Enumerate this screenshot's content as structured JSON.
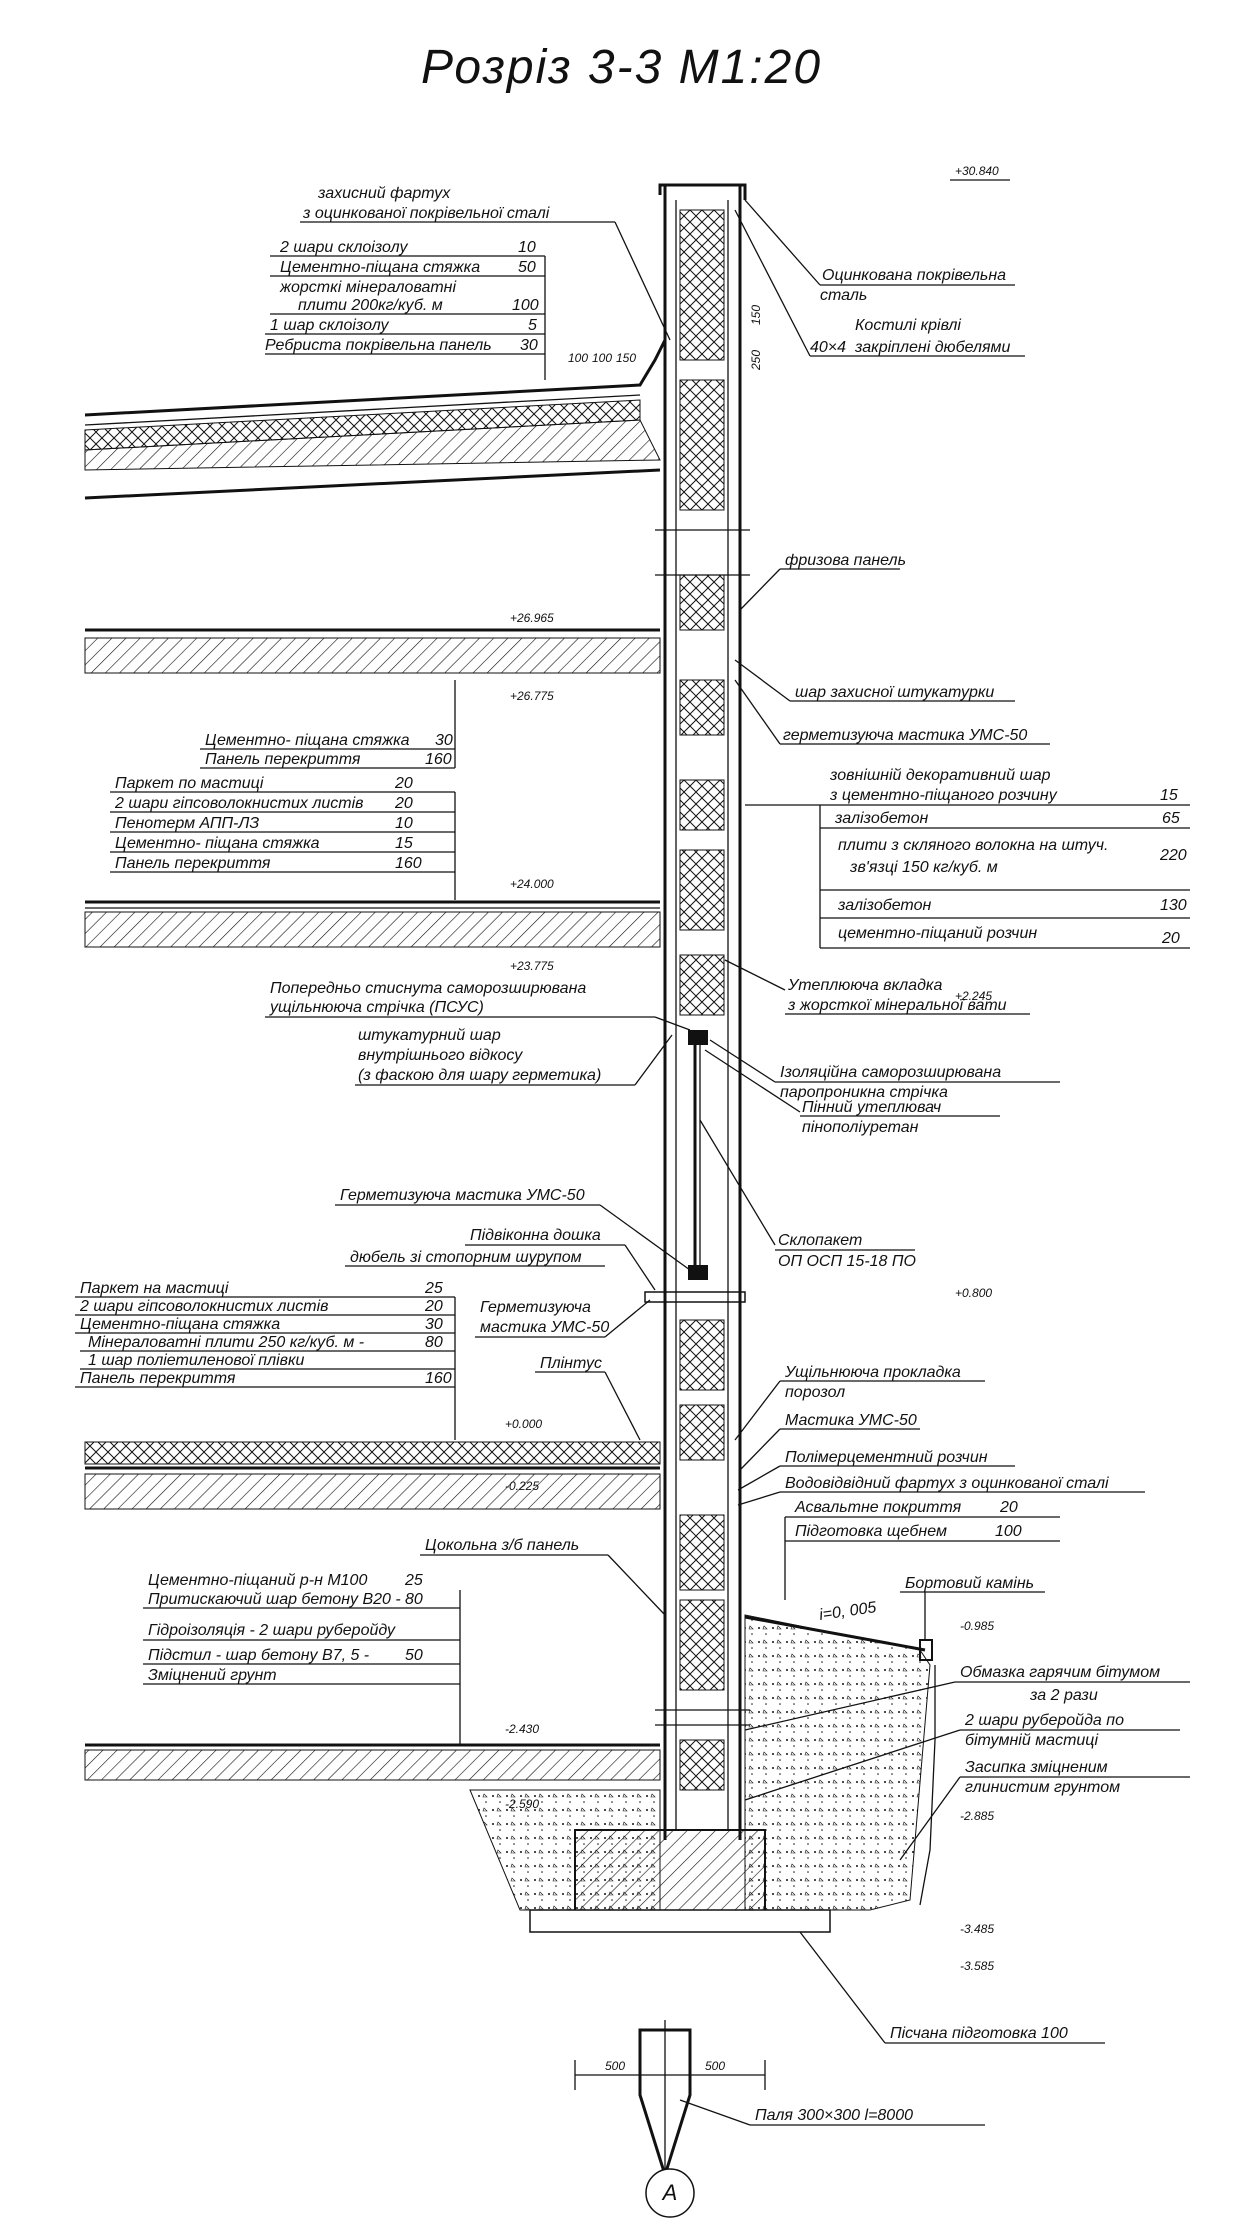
{
  "title": "Розріз  3-3  М1:20",
  "axis_label": "А",
  "levels": [
    "+30.840",
    "+26.965",
    "+26.775",
    "+24.000",
    "+23.775",
    "+2.245",
    "+0.800",
    "+0.000",
    "-0.225",
    "-0.985",
    "-2.430",
    "-2.590",
    "-2.885",
    "-3.485",
    "-3.585"
  ],
  "roof": {
    "apron": [
      "захисний фартух",
      "з оцинкованої покрівельної сталі"
    ],
    "layers": [
      {
        "name": "2  шари склоізолу",
        "value": "10"
      },
      {
        "name": "Цементно-піщана стяжка",
        "value": "50"
      },
      {
        "name": "жорсткі мінераловатні",
        "value": ""
      },
      {
        "name": "плити 200кг/куб. м",
        "value": "100"
      },
      {
        "name": "1 шар склоізолу",
        "value": "5"
      },
      {
        "name": "Ребриста покрівельна  панель",
        "value": "30"
      }
    ],
    "dims": [
      "100",
      "100",
      "150"
    ],
    "right_notes": [
      "Оцинкована покрівельна",
      "сталь",
      "Костилі крівлі",
      "40×4",
      "закріплені дюбелями"
    ],
    "parapet_dims": [
      "150",
      "250"
    ]
  },
  "frieze": {
    "panel": "фризова   панель",
    "plaster": "шар захисної штукатурки",
    "mastic": "герметизуюча мастика УМС-50"
  },
  "floor1": [
    {
      "name": "Цементно- піщана  стяжка",
      "value": "30"
    },
    {
      "name": "Панель перекриття",
      "value": "160"
    }
  ],
  "floor2": [
    {
      "name": "Паркет  по мастиці",
      "value": "20"
    },
    {
      "name": "2 шари гіпсоволокнистих листів",
      "value": "20"
    },
    {
      "name": "Пенотерм  АПП-ЛЗ",
      "value": "10"
    },
    {
      "name": "Цементно- піщана  стяжка",
      "value": "15"
    },
    {
      "name": "Панель перекриття",
      "value": "160"
    }
  ],
  "wall_panel": {
    "header": [
      "зовнішній декоративний шар",
      "з  цементно-піщаного розчину"
    ],
    "header_value": "15",
    "rows": [
      {
        "name": "залізобетон",
        "value": "65"
      },
      {
        "name": "плити з скляного волокна на штуч.",
        "value": "220"
      },
      {
        "name": "зв'язці        150  кг/куб. м",
        "value": ""
      },
      {
        "name": "залізобетон",
        "value": "130"
      },
      {
        "name": "цементно-піщаний розчин",
        "value": "20"
      }
    ]
  },
  "window": {
    "psus": [
      "Попередньо стиснута саморозширювана",
      "ущільнююча стрічка  (ПСУС)"
    ],
    "plaster": [
      "штукатурний шар",
      "внутрішнього відкосу",
      "(з фаскою для шару герметика)"
    ],
    "insert": [
      "Утеплююча вкладка",
      "з жорсткої мінеральної вати"
    ],
    "tape": [
      "Ізоляційна саморозширювана",
      "паропроникна  стрічка"
    ],
    "foam": [
      "Пінний  утеплювач",
      "пінополіуретан"
    ],
    "glass": [
      "Склопакет",
      "ОП ОСП 15-18 ПО"
    ],
    "mastic": "Герметизуюча  мастика УМС-50",
    "sill": "Підвіконна дошка",
    "dowel": "дюбель зі стопорним шурупом",
    "mastic2": [
      "Герметизуюча",
      "мастика УМС-50"
    ]
  },
  "floor3": [
    {
      "name": "Паркет  на  мастиці",
      "value": "25"
    },
    {
      "name": "2 шари гіпсоволокнистих листів",
      "value": "20"
    },
    {
      "name": "Цементно-піщана   стяжка",
      "value": "30"
    },
    {
      "name": "Мінераловатні плити  250 кг/куб. м  -",
      "value": "80"
    },
    {
      "name": "1 шар поліетиленової плівки",
      "value": ""
    },
    {
      "name": "Панель перекриття",
      "value": "160"
    }
  ],
  "plinth": {
    "plinth": "Плінтус",
    "seal": [
      "Ущільнююча прокладка",
      "порозол"
    ],
    "mastic": "Мастика УМС-50",
    "polymer": "Полімерцементний розчин",
    "drip": "Водовідвідний фартух з оцинкованої сталі",
    "socle": "Цокольна  з/б  панель",
    "asphalt": [
      {
        "name": "Асвальтне покриття",
        "value": "20"
      },
      {
        "name": "Підготовка щебнем",
        "value": "100"
      }
    ],
    "slope": "і=0, 005",
    "curb": "Бортовий камінь"
  },
  "basement": [
    {
      "name": "Цементно-піщаний р-н  М100",
      "value": "25"
    },
    {
      "name": "Притискаючий шар бетону В20  -",
      "value": "80"
    },
    {
      "name": "Гідроізоляція - 2 шари руберойду",
      "value": ""
    },
    {
      "name": "Підстил - шар бетону  В7, 5  -",
      "value": "50"
    },
    {
      "name": "Зміцнений грунт",
      "value": ""
    }
  ],
  "foundation": {
    "bitumen": [
      "Обмазка гарячим бітумом",
      "за 2 рази"
    ],
    "rubber": [
      "2 шари руберойда по",
      "бітумній мастиці"
    ],
    "backfill": [
      "Засипка зміцненим",
      "глинистим грунтом"
    ],
    "sand": "Пісчана підготовка   100",
    "pile": "Паля  300×300  l=8000",
    "dims": [
      "500",
      "500"
    ]
  }
}
